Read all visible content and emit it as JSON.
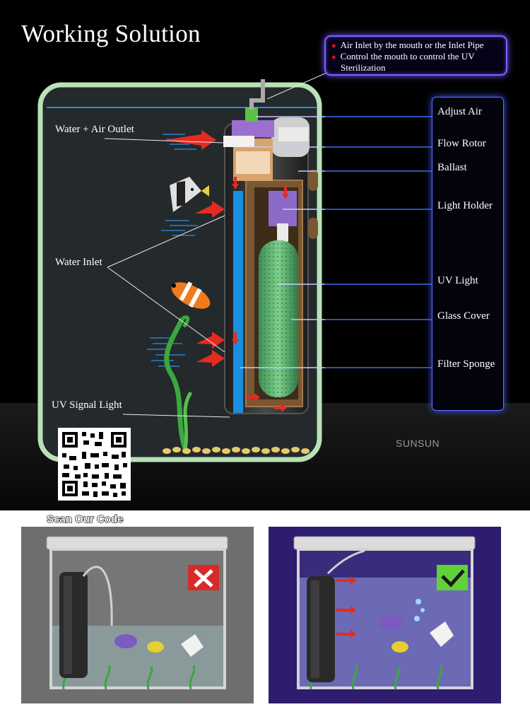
{
  "title": "Working Solution",
  "callout": {
    "lines": [
      "Air Inlet by the mouth or the Inlet Pipe",
      "Control the mouth to control the UV",
      "Sterilization"
    ]
  },
  "left_labels": {
    "water_air_outlet": "Water + Air Outlet",
    "water_inlet": "Water Inlet",
    "uv_signal_light": "UV Signal Light"
  },
  "parts": [
    "Adjust Air",
    "Flow Rotor",
    "Ballast",
    "Light Holder",
    "UV Light",
    "Glass Cover",
    "Filter Sponge"
  ],
  "brand": "SUNSUN",
  "scan_label": "Scan Our Code",
  "icons": {
    "wrong": "cross-mark-icon",
    "right": "check-mark-icon",
    "qr": "qr-code"
  },
  "colors": {
    "tank_frame": "#b7e2b6",
    "water_line": "#1a8fd8",
    "panel_glow": "#5f6fff",
    "flow_arrow": "#e32b22",
    "cross_bg": "#d92a2a",
    "check_bg": "#5fd23a",
    "scene_gray": "#6e6e6e",
    "scene_purple": "#2e1c6e"
  }
}
